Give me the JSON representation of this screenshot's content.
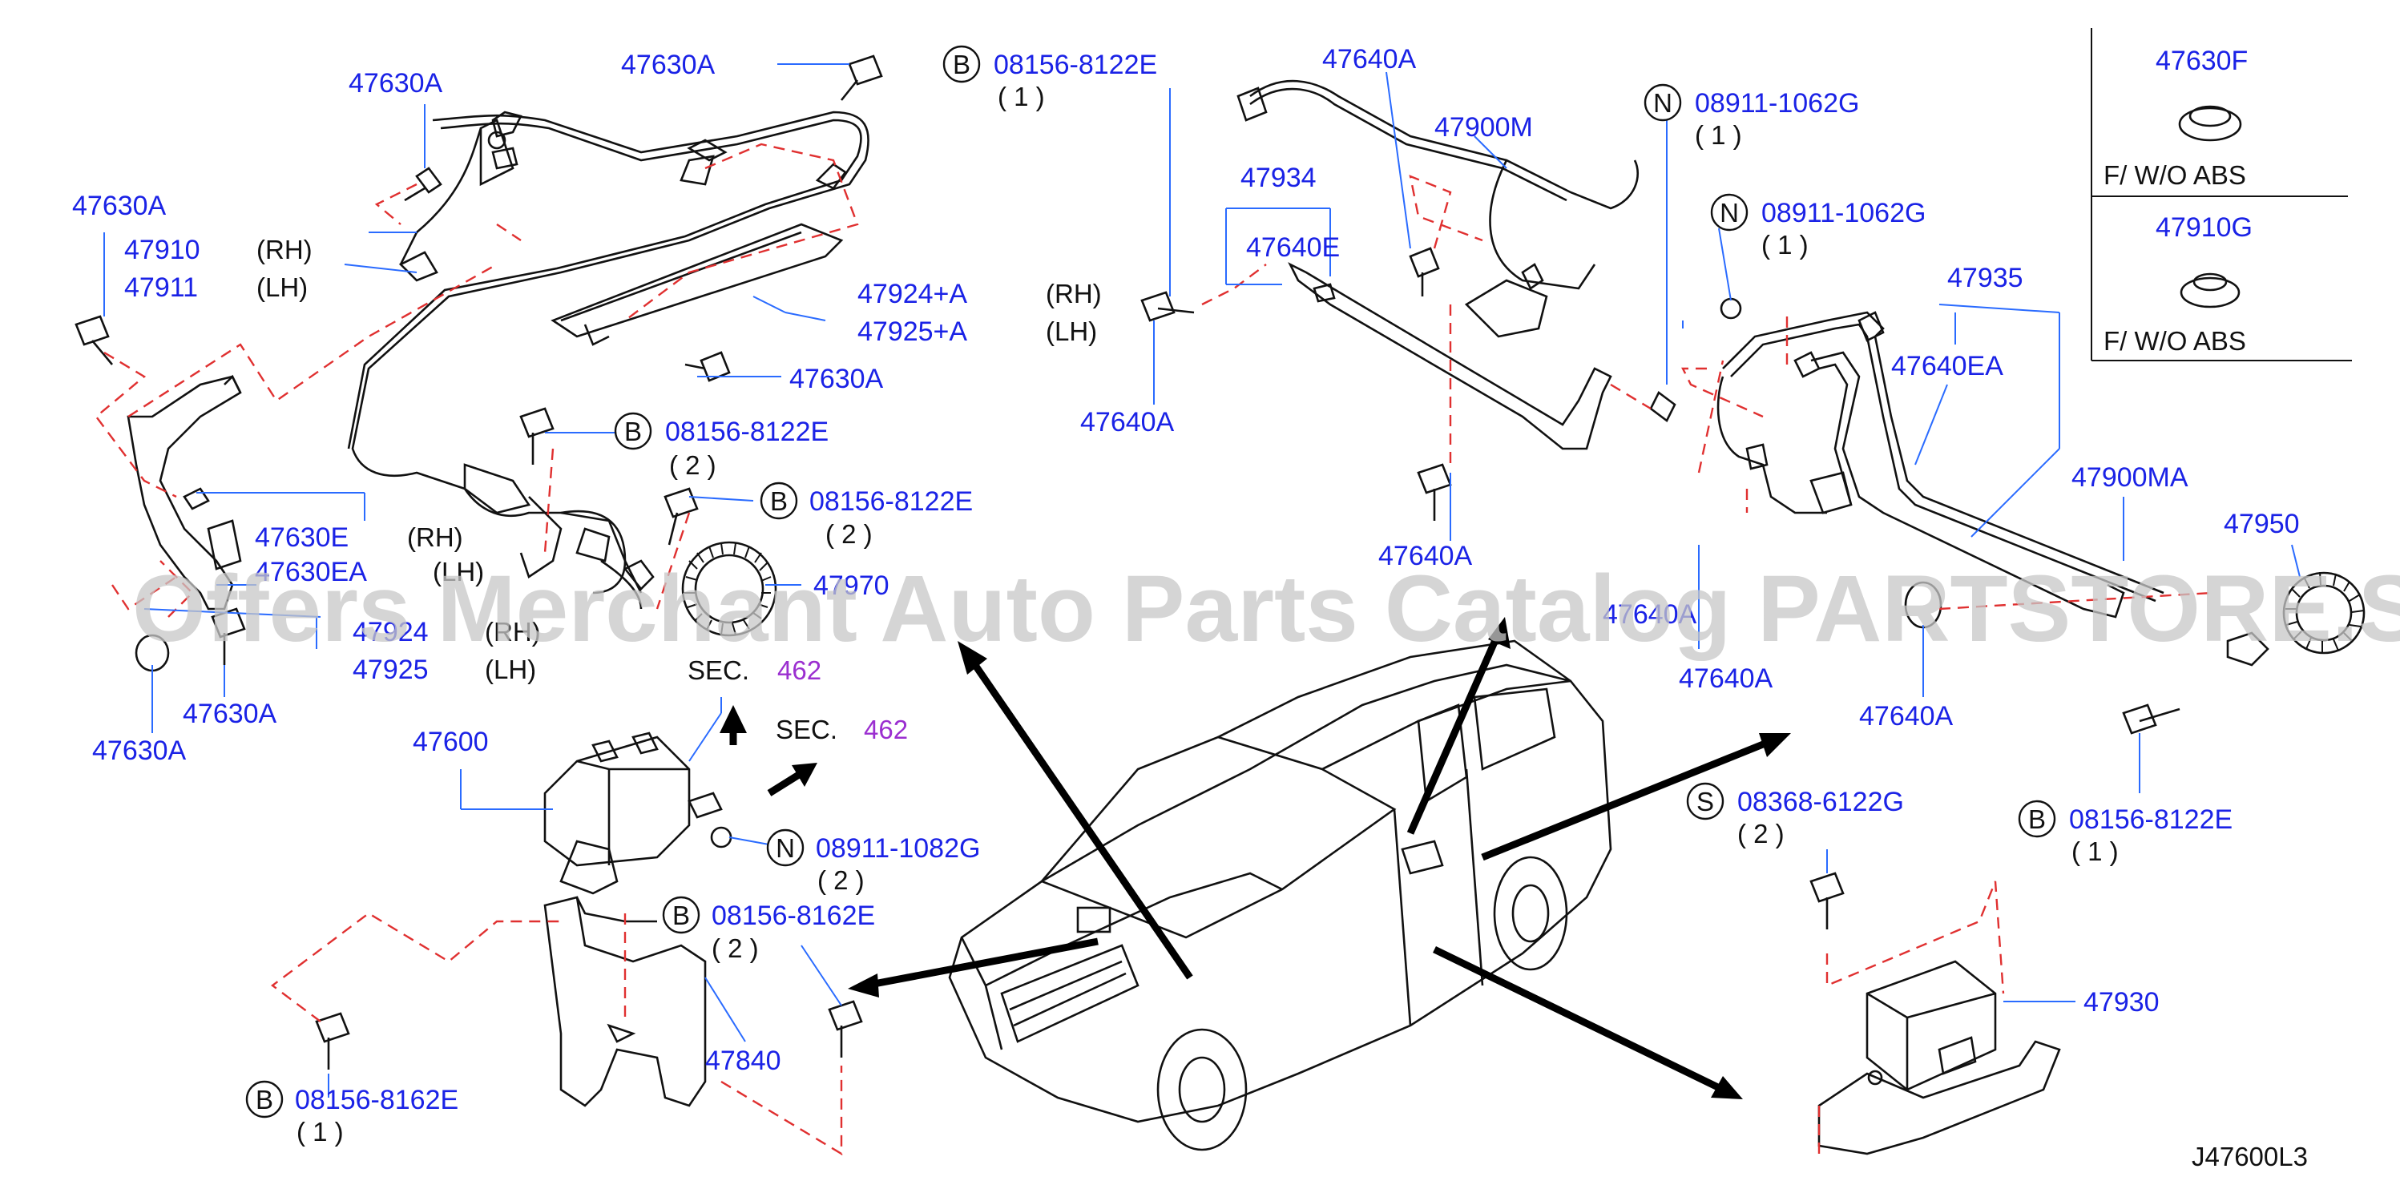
{
  "watermark": "Offers Merchant Auto Parts Catalog PARTSTORE.SA",
  "diagram_code": "J47600L3",
  "labels": {
    "p47630A_1": "47630A",
    "p47630A_2": "47630A",
    "p47630A_3": "47630A",
    "p47630A_4": "47630A",
    "p47630A_5": "47630A",
    "p47630A_6": "47630A",
    "p47910": "47910",
    "p47911": "47911",
    "rh1": "(RH)",
    "lh1": "(LH)",
    "p47924A": "47924+A",
    "p47925A": "47925+A",
    "b1_circle": "B",
    "b1_part": "08156-8122E",
    "b1_qty": "( 2 )",
    "b2_circle": "B",
    "b2_part": "08156-8122E",
    "b2_qty": "( 2 )",
    "p47630E": "47630E",
    "p47630EA": "47630EA",
    "rh2": "(RH)",
    "lh2": "(LH)",
    "p47924": "47924",
    "p47925": "47925",
    "rh3": "(RH)",
    "lh3": "(LH)",
    "p47970": "47970",
    "sec1": "SEC.",
    "sec1_num": "462",
    "sec2": "SEC.",
    "sec2_num": "462",
    "p47600": "47600",
    "n1_circle": "N",
    "n1_part": "08911-1082G",
    "n1_qty": "( 2 )",
    "b3_circle": "B",
    "b3_part": "08156-8162E",
    "b3_qty": "( 2 )",
    "p47840": "47840",
    "b4_circle": "B",
    "b4_part": "08156-8162E",
    "b4_qty": "( 1 )",
    "b5_circle": "B",
    "b5_part": "08156-8122E",
    "b5_qty": "( 1 )",
    "p47640A_1": "47640A",
    "p47900M": "47900M",
    "p47934": "47934",
    "p47640E": "47640E",
    "rh4": "(RH)",
    "lh4": "(LH)",
    "p47640A_2": "47640A",
    "p47640A_3": "47640A",
    "n2_circle": "N",
    "n2_part": "08911-1062G",
    "n2_qty": "( 1 )",
    "n3_circle": "N",
    "n3_part": "08911-1062G",
    "n3_qty": "( 1 )",
    "p47935": "47935",
    "p47640EA": "47640EA",
    "p47900MA": "47900MA",
    "p47950": "47950",
    "p47640A_4": "47640A",
    "p47640A_5": "47640A",
    "p47640A_6": "47640A",
    "s1_circle": "S",
    "s1_part": "08368-6122G",
    "s1_qty": "( 2 )",
    "b6_circle": "B",
    "b6_part": "08156-8122E",
    "b6_qty": "( 1 )",
    "p47930": "47930",
    "p47630F": "47630F",
    "fwo1": "F/  W/O  ABS",
    "p47910G": "47910G",
    "fwo2": "F/  W/O  ABS"
  }
}
